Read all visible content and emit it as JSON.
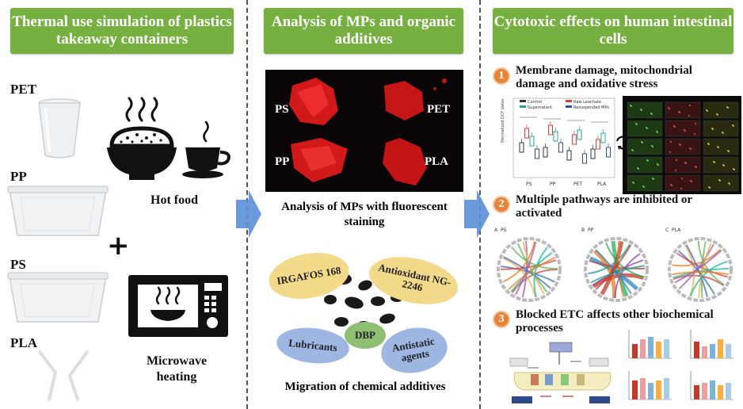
{
  "panel1": {
    "title": "Thermal use simulation of plastics takeaway containers",
    "containers": [
      "PET",
      "PP",
      "PS",
      "PLA"
    ],
    "plus": "+",
    "food_label": "Hot food",
    "microwave_label": "Microwave heating"
  },
  "panel2": {
    "title": "Analysis of MPs and organic additives",
    "stain_labels": [
      "PS",
      "PET",
      "PP",
      "PLA"
    ],
    "stain_caption": "Analysis of MPs with fluorescent staining",
    "additives": [
      "IRGAFOS 168",
      "Antioxidant NG-2246",
      "DBP",
      "Lubricants",
      "Antistatic agents"
    ],
    "migration_caption": "Migration of chemical additives"
  },
  "panel3": {
    "title": "Cytotoxic effects on human intestinal cells",
    "findings": [
      {
        "num": "1",
        "text": "Membrane damage, mitochondrial damage and oxidative stress"
      },
      {
        "num": "2",
        "text": "Multiple pathways are inhibited or activated"
      },
      {
        "num": "3",
        "text": "Blocked ETC affects other biochemical processes"
      }
    ],
    "legend": [
      "Control",
      "Raw Leachate",
      "Supernatant",
      "Resuspended MPs"
    ],
    "legend_colors": [
      "#333333",
      "#e53935",
      "#26a69a",
      "#3949ab"
    ],
    "box_groups": [
      "PS",
      "PP",
      "PET",
      "PLA"
    ],
    "chord_labels": [
      "A",
      "PS",
      "B",
      "PP",
      "C",
      "PLA"
    ]
  },
  "colors": {
    "header_green": "#76b041",
    "arrow_blue": "#5b8fd6",
    "badge_orange": "#e4853b"
  }
}
